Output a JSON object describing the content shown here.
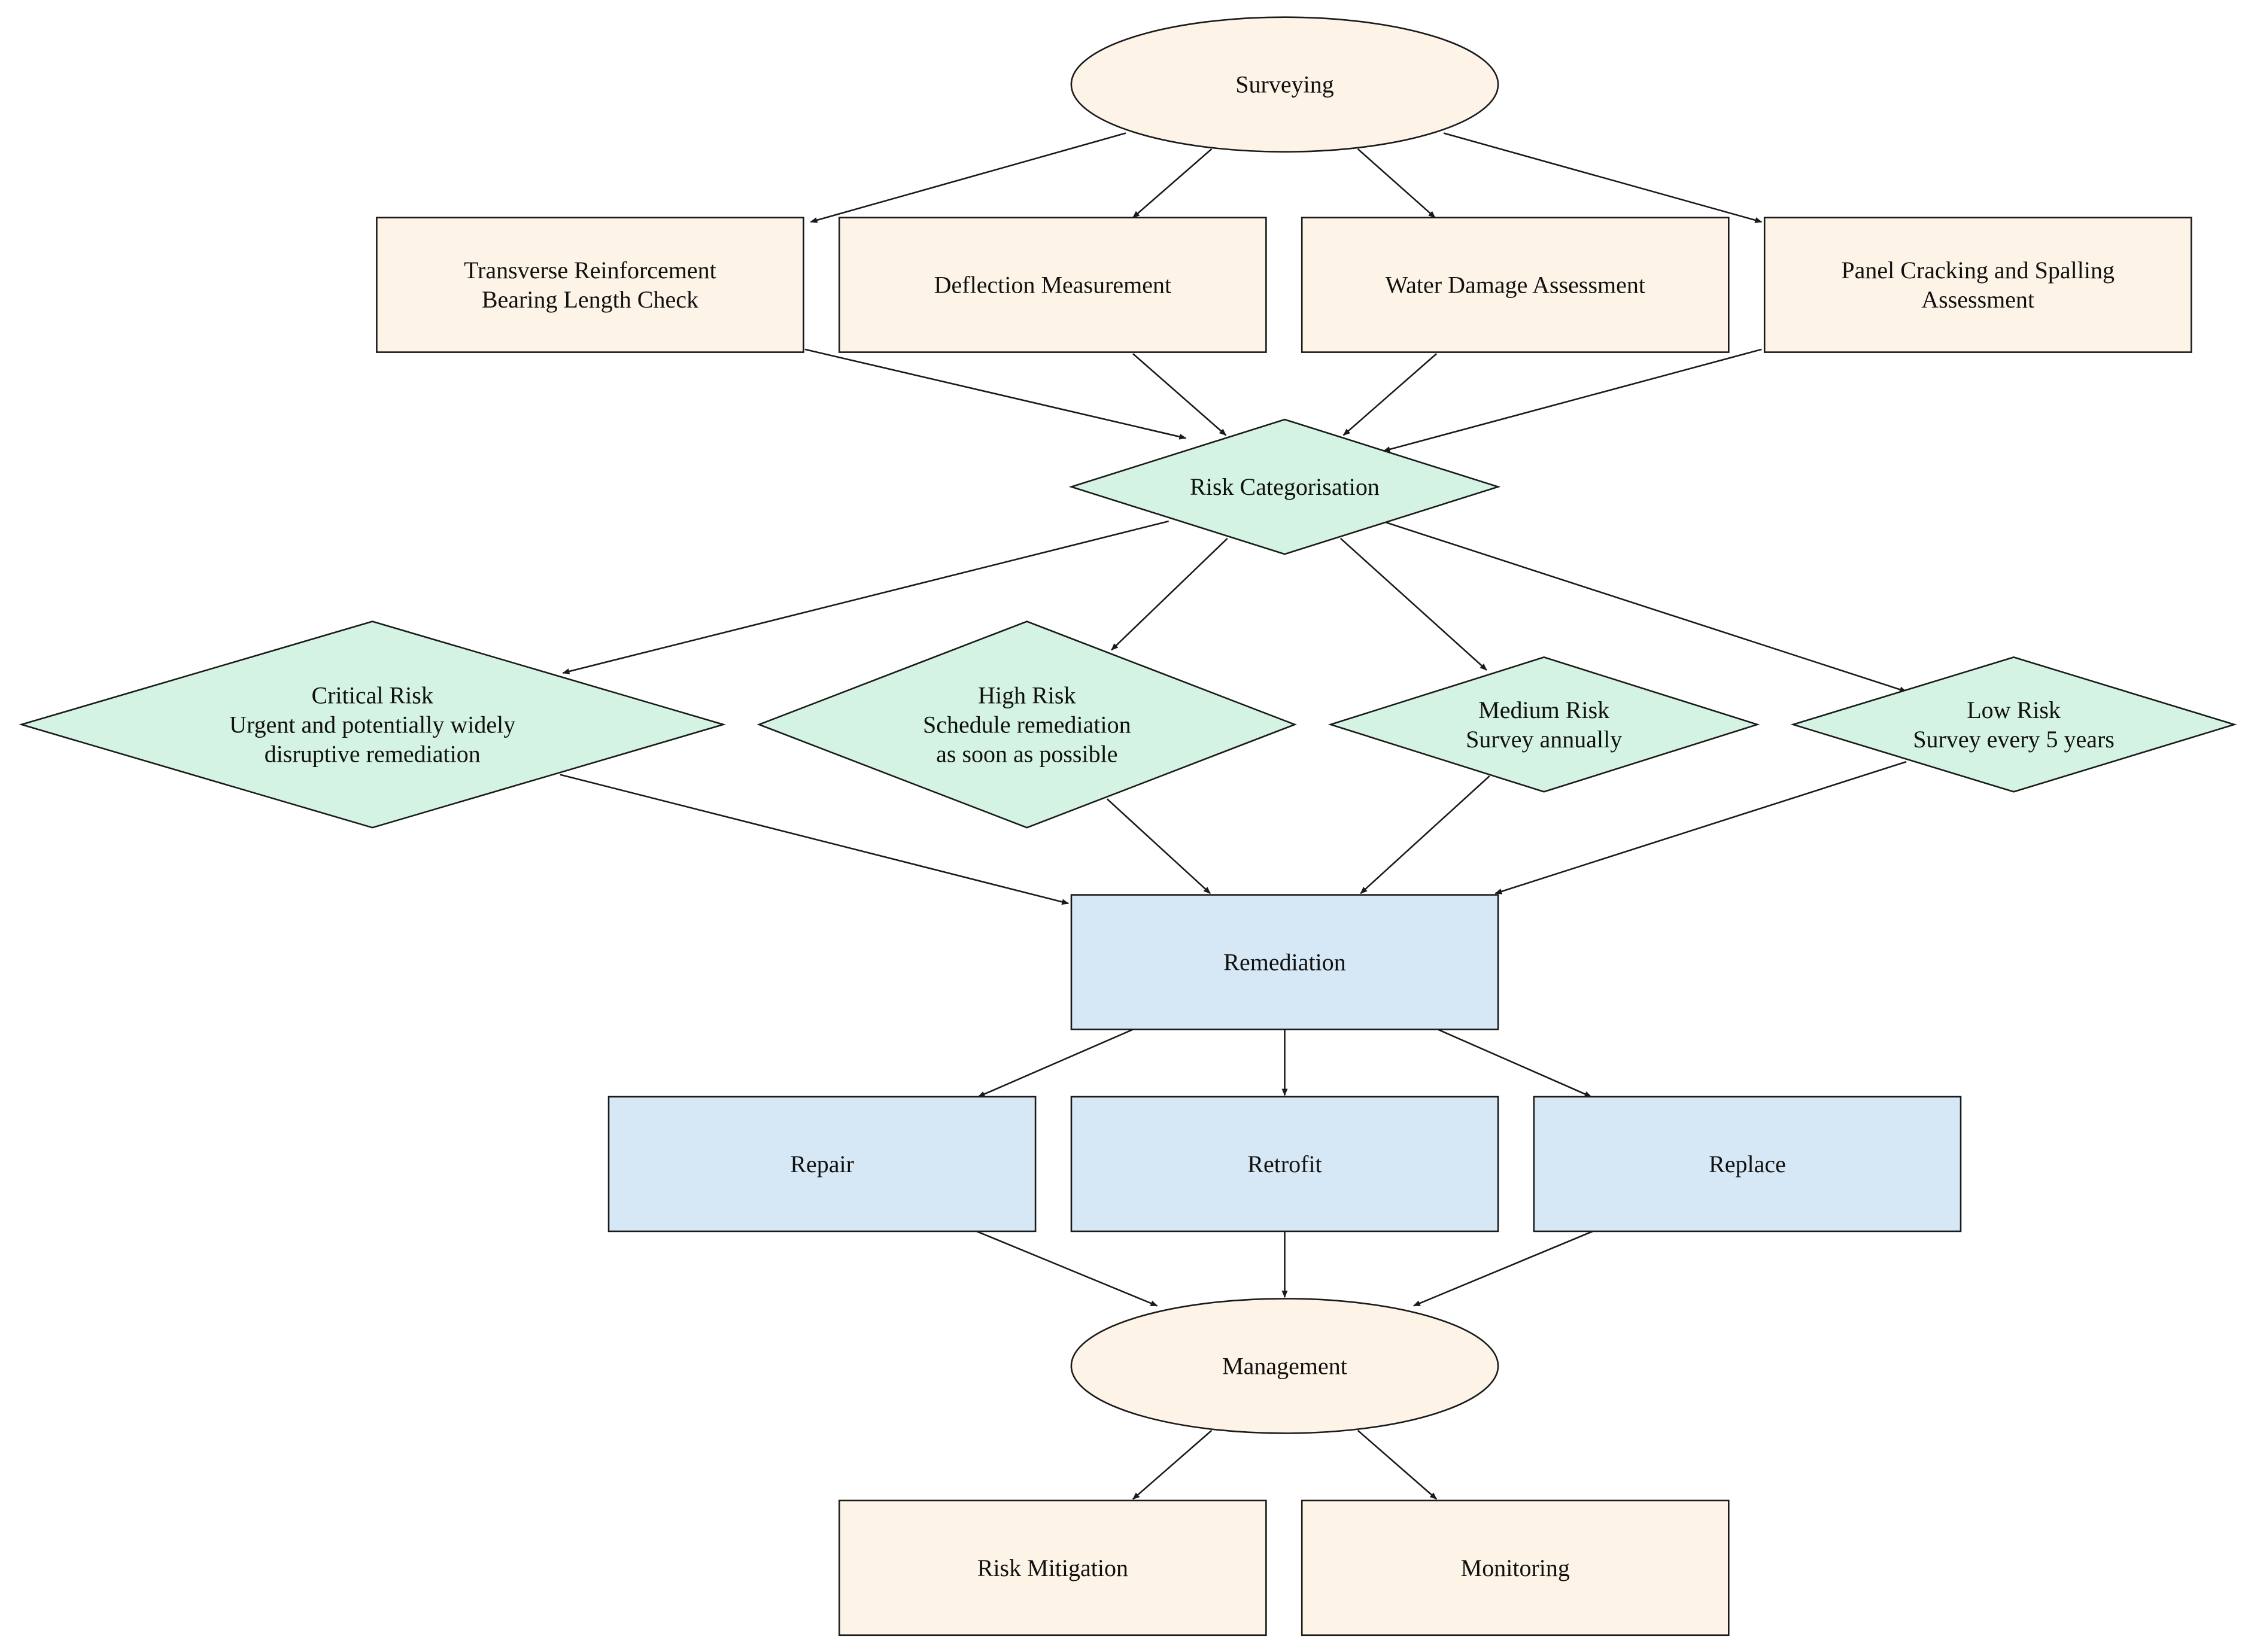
{
  "colors": {
    "survey_fill": "#fdf3e6",
    "risk_fill": "#d4f3e2",
    "remediation_fill": "#d6e8f6",
    "stroke": "#1a1a1a"
  },
  "nodes": {
    "surveying": {
      "lines": [
        "Surveying"
      ]
    },
    "transverse": {
      "lines": [
        "Transverse Reinforcement",
        "Bearing Length Check"
      ]
    },
    "deflection": {
      "lines": [
        "Deflection Measurement"
      ]
    },
    "water": {
      "lines": [
        "Water Damage Assessment"
      ]
    },
    "panel": {
      "lines": [
        "Panel Cracking and Spalling",
        "Assessment"
      ]
    },
    "riskcat": {
      "lines": [
        "Risk Categorisation"
      ]
    },
    "critical": {
      "lines": [
        "Critical Risk",
        "Urgent and potentially widely",
        "disruptive remediation"
      ]
    },
    "high": {
      "lines": [
        "High Risk",
        "Schedule remediation",
        "as soon as possible"
      ]
    },
    "medium": {
      "lines": [
        "Medium Risk",
        "Survey annually"
      ]
    },
    "low": {
      "lines": [
        "Low Risk",
        "Survey every 5 years"
      ]
    },
    "remediation": {
      "lines": [
        "Remediation"
      ]
    },
    "repair": {
      "lines": [
        "Repair"
      ]
    },
    "retrofit": {
      "lines": [
        "Retrofit"
      ]
    },
    "replace": {
      "lines": [
        "Replace"
      ]
    },
    "management": {
      "lines": [
        "Management"
      ]
    },
    "mitigation": {
      "lines": [
        "Risk Mitigation"
      ]
    },
    "monitoring": {
      "lines": [
        "Monitoring"
      ]
    }
  },
  "edges": [
    [
      "surveying",
      "transverse"
    ],
    [
      "surveying",
      "deflection"
    ],
    [
      "surveying",
      "water"
    ],
    [
      "surveying",
      "panel"
    ],
    [
      "transverse",
      "riskcat"
    ],
    [
      "deflection",
      "riskcat"
    ],
    [
      "water",
      "riskcat"
    ],
    [
      "panel",
      "riskcat"
    ],
    [
      "riskcat",
      "critical"
    ],
    [
      "riskcat",
      "high"
    ],
    [
      "riskcat",
      "medium"
    ],
    [
      "riskcat",
      "low"
    ],
    [
      "critical",
      "remediation"
    ],
    [
      "high",
      "remediation"
    ],
    [
      "medium",
      "remediation"
    ],
    [
      "low",
      "remediation"
    ],
    [
      "remediation",
      "repair"
    ],
    [
      "remediation",
      "retrofit"
    ],
    [
      "remediation",
      "replace"
    ],
    [
      "repair",
      "management"
    ],
    [
      "retrofit",
      "management"
    ],
    [
      "replace",
      "management"
    ],
    [
      "management",
      "mitigation"
    ],
    [
      "management",
      "monitoring"
    ]
  ]
}
